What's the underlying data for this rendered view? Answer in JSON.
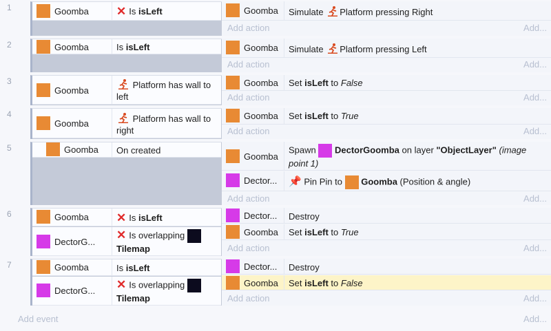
{
  "objects": {
    "goomba": "Goomba",
    "dector_short": "DectorG...",
    "dector_trunc": "Dector...",
    "dector_full": "DectorGoomba",
    "tilemap": "Tilemap"
  },
  "labels": {
    "add_action": "Add action",
    "add_more": "Add...",
    "add_event": "Add event"
  },
  "events": [
    {
      "num": "1",
      "cond_text_pre": "Is ",
      "cond_var": "isLeft",
      "action_pre": "Simulate ",
      "action_post": "Platform pressing Right"
    },
    {
      "num": "2",
      "cond_text_pre": "Is ",
      "cond_var": "isLeft",
      "action_pre": "Simulate ",
      "action_post": "Platform pressing Left"
    },
    {
      "num": "3",
      "cond_text": "Platform has wall to left",
      "action_pre": "Set ",
      "action_var": "isLeft",
      "action_mid": " to ",
      "action_val": "False"
    },
    {
      "num": "4",
      "cond_text": "Platform has wall to right",
      "action_pre": "Set ",
      "action_var": "isLeft",
      "action_mid": " to ",
      "action_val": "True"
    },
    {
      "num": "5",
      "cond_text": "On created",
      "spawn_pre": "Spawn ",
      "spawn_obj": "DectorGoomba",
      "spawn_mid": " on layer ",
      "spawn_layer": "\"ObjectLayer\"",
      "spawn_post": " (image point 1)",
      "pin_pre": "Pin Pin to ",
      "pin_obj": "Goomba",
      "pin_post": " (Position & angle)"
    },
    {
      "num": "6",
      "cond1_pre": "Is ",
      "cond1_var": "isLeft",
      "cond2_text": "Is overlapping",
      "action1": "Destroy",
      "action2_pre": "Set ",
      "action2_var": "isLeft",
      "action2_mid": " to ",
      "action2_val": "True"
    },
    {
      "num": "7",
      "cond1_pre": "Is ",
      "cond1_var": "isLeft",
      "cond2_text": "Is overlapping",
      "action1": "Destroy",
      "action2_pre": "Set ",
      "action2_var": "isLeft",
      "action2_mid": " to ",
      "action2_val": "False"
    }
  ]
}
